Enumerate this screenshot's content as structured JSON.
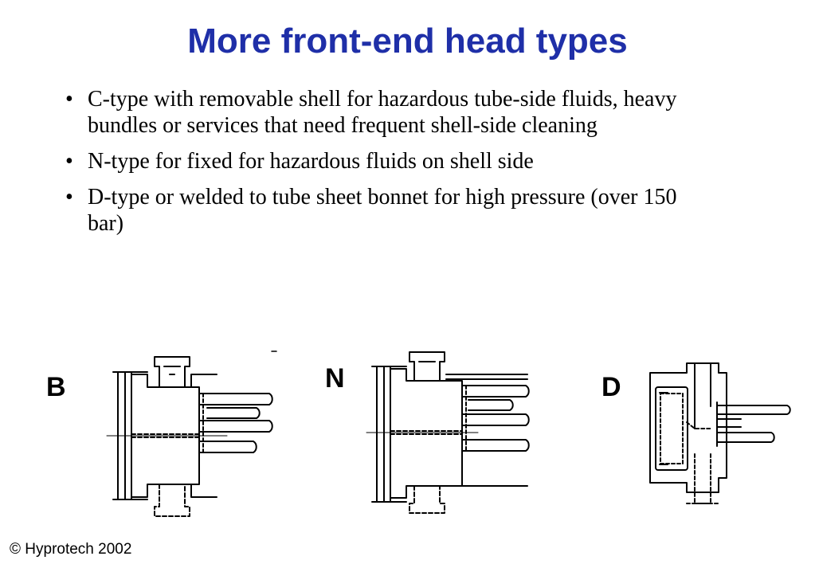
{
  "slide": {
    "title": "More front-end head types",
    "bullets": [
      "C-type with removable shell for hazardous tube-side fluids, heavy bundles or services that need frequent shell-side cleaning",
      "N-type for fixed for hazardous fluids on shell side",
      "D-type or welded to tube sheet bonnet for high pressure (over 150 bar)"
    ],
    "diagram_labels": {
      "b": "B",
      "n": "N",
      "d": "D"
    },
    "footer": "© Hyprotech 2002"
  }
}
